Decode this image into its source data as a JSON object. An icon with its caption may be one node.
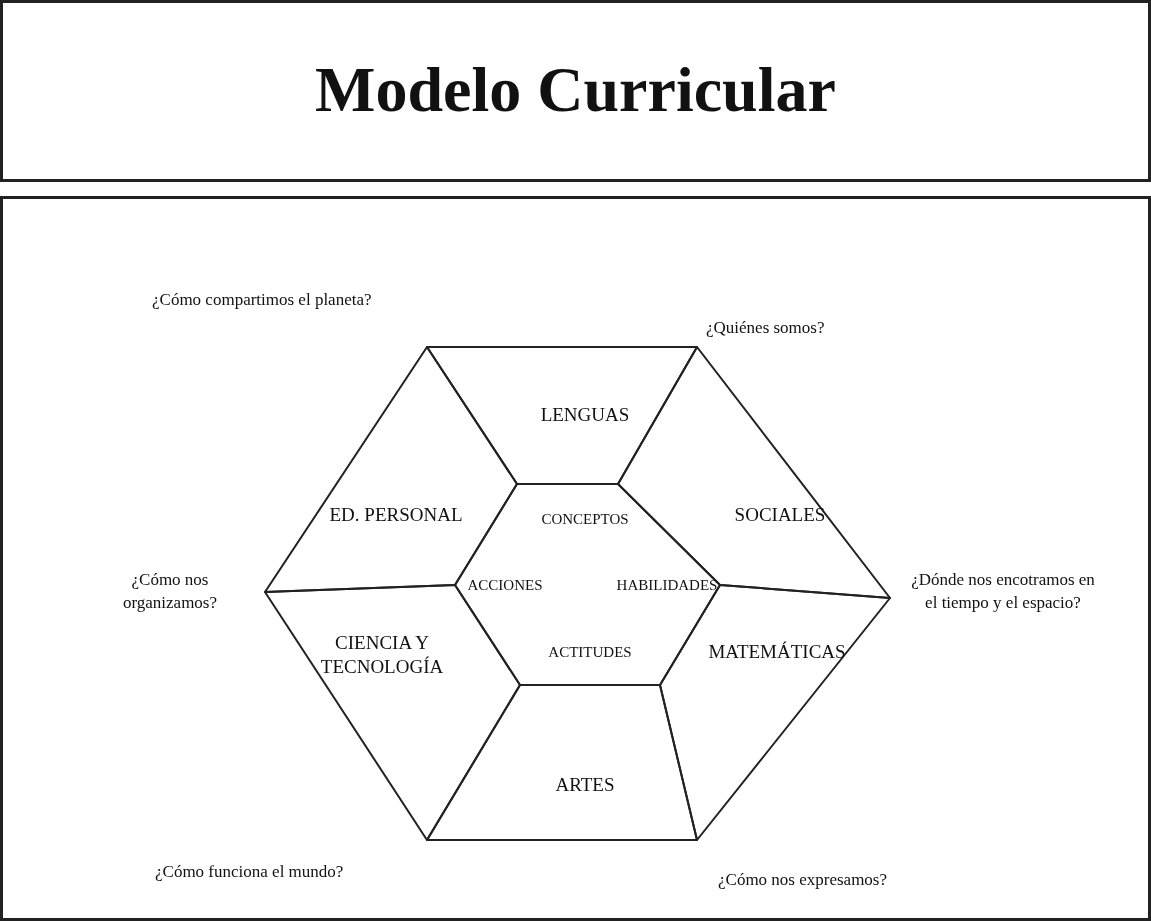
{
  "diagram": {
    "title": "Modelo Curricular",
    "nodes": [
      {
        "text": [
          "LENGUAS"
        ]
      },
      {
        "text": [
          "ED. PERSONAL"
        ]
      },
      {
        "text": [
          "CONCEPTOS",
          "ACCIONES",
          "HABILIDADES",
          "ACTITUDES"
        ]
      },
      {
        "text": [
          "SOCIALES"
        ]
      },
      {
        "text": [
          "CIENCIA Y TECNOLOGÍA"
        ]
      },
      {
        "text": [
          "MATEMÁTICAS"
        ]
      },
      {
        "text": [
          "ARTES"
        ]
      }
    ],
    "labels": [
      "¿Cómo compartimos el planeta?",
      "¿Quiénes somos?",
      "¿Cómo nos organizamos?",
      "¿Dónde nos encotramos en el tiempo y el espacio?",
      "¿Cómo funciona el mundo?",
      "¿Cómo nos expresamos?"
    ]
  }
}
